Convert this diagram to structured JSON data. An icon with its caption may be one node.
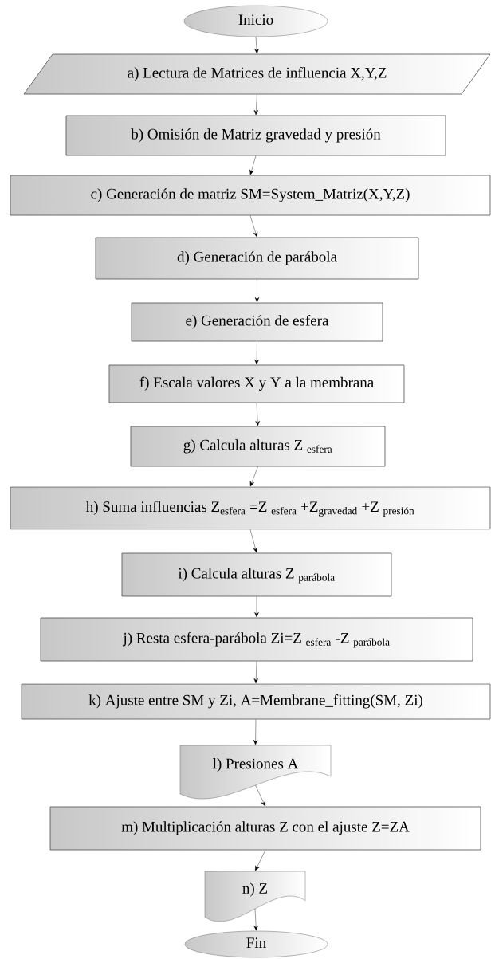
{
  "diagram": {
    "nodes": [
      {
        "text": [
          "Inicio"
        ]
      },
      {
        "text": [
          "a) Lectura de Matrices de influencia X,Y,Z"
        ]
      },
      {
        "text": [
          "b) Omisión de Matriz gravedad y presión"
        ]
      },
      {
        "text": [
          "c) Generación de matriz SM=System_Matriz(X,Y,Z)"
        ]
      },
      {
        "text": [
          "d) Generación de parábola"
        ]
      },
      {
        "text": [
          "e) Generación de esfera"
        ]
      },
      {
        "text": [
          "f) Escala valores X y Y a la membrana"
        ]
      },
      {
        "text": [
          "g) Calcula alturas Z $_{esfera}$"
        ]
      },
      {
        "text": [
          "h) Suma influencias Z$_{esfera}$ =Z $_{esfera}$ +Z$_{gravedad}$ +Z $_{presión}$"
        ]
      },
      {
        "text": [
          "i) Calcula alturas Z $_{parábola}$"
        ]
      },
      {
        "text": [
          "j) Resta esfera-parábola Zi=Z $_{esfera}$ -Z $_{parábola}$"
        ]
      },
      {
        "text": [
          "k) Ajuste entre SM y Zi, A=Membrane_fitting(SM, Zi)"
        ]
      },
      {
        "text": [
          "l) Presiones A"
        ]
      },
      {
        "text": [
          "m) Multiplicación alturas Z con el ajuste Z=ZA"
        ]
      },
      {
        "text": [
          "n)   Z"
        ]
      },
      {
        "text": [
          "Fin"
        ]
      }
    ],
    "edges": [
      {
        "from": 0,
        "to": 1,
        "arrow": "to"
      },
      {
        "from": 1,
        "to": 2,
        "arrow": "to"
      },
      {
        "from": 2,
        "to": 3,
        "arrow": "to"
      },
      {
        "from": 3,
        "to": 4,
        "arrow": "to"
      },
      {
        "from": 4,
        "to": 5,
        "arrow": "to"
      },
      {
        "from": 5,
        "to": 6,
        "arrow": "to"
      },
      {
        "from": 6,
        "to": 7,
        "arrow": "to"
      },
      {
        "from": 7,
        "to": 8,
        "arrow": "to"
      },
      {
        "from": 8,
        "to": 9,
        "arrow": "to"
      },
      {
        "from": 9,
        "to": 10,
        "arrow": "to"
      },
      {
        "from": 10,
        "to": 11,
        "arrow": "to"
      },
      {
        "from": 11,
        "to": 12,
        "arrow": "to"
      },
      {
        "from": 12,
        "to": 13,
        "arrow": "to"
      },
      {
        "from": 13,
        "to": 14,
        "arrow": "to"
      },
      {
        "from": 14,
        "to": 15,
        "arrow": "to"
      }
    ]
  }
}
